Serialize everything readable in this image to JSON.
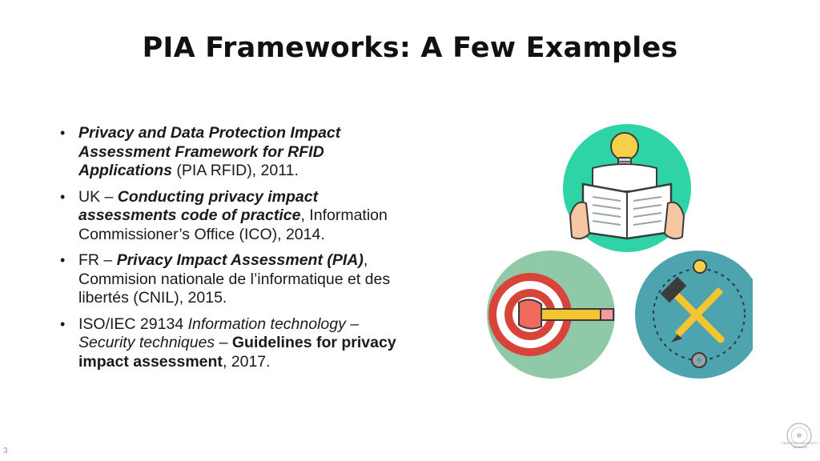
{
  "slide": {
    "title": "PIA Frameworks: A Few Examples",
    "page_number": "3"
  },
  "bullets": [
    {
      "intro": "",
      "title": "Privacy and Data Protection Impact Assessment Framework for RFID Applications",
      "rest": " (PIA RFID), 2011."
    },
    {
      "intro": "UK – ",
      "title": "Conducting privacy impact assessments code of practice",
      "rest": ", Information Commissioner’s Office (ICO), 2014."
    },
    {
      "intro": "FR – ",
      "title": "Privacy Impact Assessment (PIA)",
      "rest": ", Commision nationale de l’informatique et des libertés (CNIL), 2015."
    },
    {
      "intro": "ISO/IEC 29134 ",
      "italic": "Information technology – Security techniques",
      "sep": " – ",
      "bold": "Guidelines for privacy impact assessment",
      "rest": ", 2017."
    }
  ],
  "illustration": {
    "icons": [
      "book-idea-icon",
      "target-arrow-icon",
      "hammer-pencil-tools-icon"
    ],
    "colors": {
      "teal": "#2ED3A6",
      "green": "#8FC9A8",
      "blue": "#4DA3AE",
      "target_red": "#D9443A",
      "pencil": "#F4C431"
    }
  },
  "logo": {
    "text": "KARLSTAD UNIVERSITY SWEDEN"
  }
}
